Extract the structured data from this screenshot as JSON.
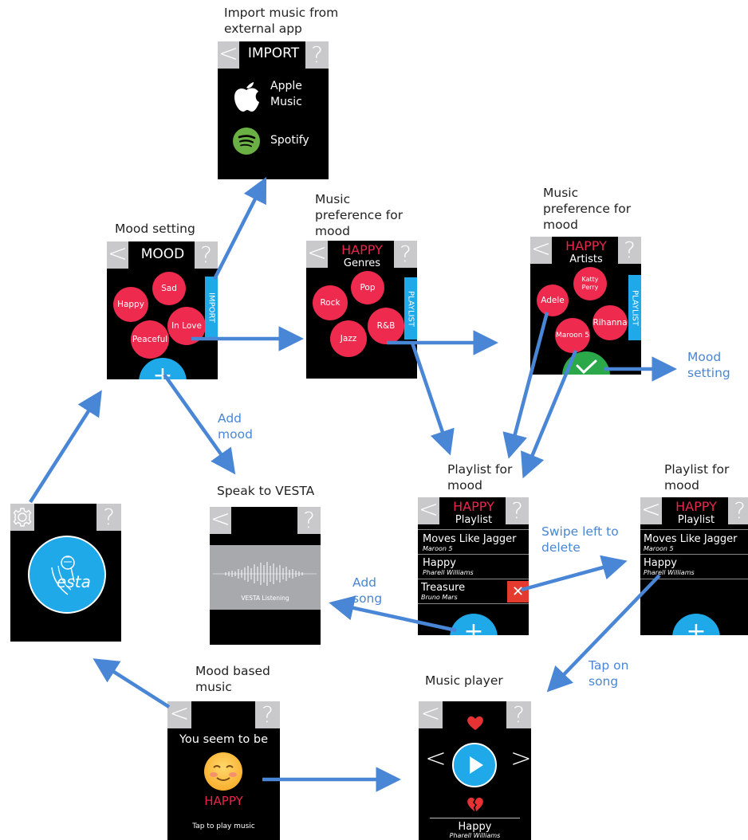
{
  "captions": {
    "import_music": "Import music from external app",
    "mood_setting": "Mood setting",
    "music_pref_genres": "Music preference for mood",
    "music_pref_artists": "Music preference for mood",
    "playlist_1": "Playlist for mood",
    "playlist_2": "Playlist for mood",
    "speak_vesta": "Speak to VESTA",
    "mood_based_music": "Mood based music",
    "music_player": "Music player"
  },
  "arrow_labels": {
    "add_mood": "Add mood",
    "add_song": "Add song",
    "swipe_delete": "Swipe left to delete",
    "tap_song": "Tap on song",
    "mood_setting": "Mood setting"
  },
  "import_screen": {
    "title": "IMPORT",
    "back": "<",
    "help": "?",
    "apple_label": "Apple Music",
    "spotify_label": "Spotify"
  },
  "mood_screen": {
    "title": "MOOD",
    "back": "<",
    "help": "?",
    "moods": [
      "Sad",
      "Happy",
      "In Love",
      "Peaceful"
    ],
    "tab": "IMPORT",
    "plus": "+"
  },
  "genre_screen": {
    "mood": "HAPPY",
    "subtitle": "Genres",
    "back": "<",
    "help": "?",
    "genres": [
      "Pop",
      "Rock",
      "R&B",
      "Jazz"
    ],
    "tab": "PLAYLIST"
  },
  "artist_screen": {
    "mood": "HAPPY",
    "subtitle": "Artists",
    "back": "<",
    "help": "?",
    "artists": [
      "Katty Perry",
      "Adele",
      "Rihanna",
      "Maroon 5"
    ],
    "tab": "PLAYLIST"
  },
  "playlist_screen": {
    "mood": "HAPPY",
    "subtitle": "Playlist",
    "back": "<",
    "help": "?",
    "songs": [
      {
        "title": "Moves Like Jagger",
        "artist": "Maroon 5"
      },
      {
        "title": "Happy",
        "artist": "Pharell Williams"
      },
      {
        "title": "Treasure",
        "artist": "Bruno Mars"
      }
    ],
    "delete": "✕",
    "plus": "+"
  },
  "playlist_screen_2": {
    "mood": "HAPPY",
    "subtitle": "Playlist",
    "back": "<",
    "help": "?",
    "songs": [
      {
        "title": "Moves Like Jagger",
        "artist": "Maroon 5"
      },
      {
        "title": "Happy",
        "artist": "Pharell Williams"
      }
    ],
    "plus": "+"
  },
  "speak_screen": {
    "back": "<",
    "help": "?",
    "status": "VESTA Listening"
  },
  "home_screen": {
    "help": "?",
    "logo_text": "esta",
    "settings_icon": "gear-icon"
  },
  "mood_based_screen": {
    "back": "<",
    "help": "?",
    "prompt": "You seem to be",
    "mood": "HAPPY",
    "hint": "Tap to play music"
  },
  "player_screen": {
    "back": "<",
    "help": "?",
    "prev": "<",
    "next": ">",
    "song": "Happy",
    "artist": "Pharell Williams"
  },
  "colors": {
    "accent_blue": "#1fa9e8",
    "arrow_blue": "#4a86d6",
    "bubble_red": "#ee2b4e",
    "mood_red": "#e8264a",
    "button_gray": "#c9c9cc"
  }
}
